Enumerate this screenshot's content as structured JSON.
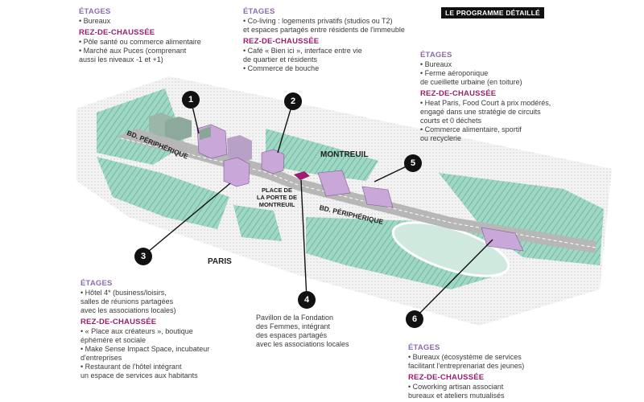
{
  "badge": "LE PROGRAMME DÉTAILLÉ",
  "places": {
    "bd_top": "BD. PÉRIPHÉRIQUE",
    "bd_bottom": "BD. PÉRIPHÉRIQUE",
    "montreuil": "MONTREUIL",
    "paris": "PARIS",
    "square": [
      "PLACE DE",
      "LA PORTE DE",
      "MONTREUIL"
    ]
  },
  "markers": [
    "1",
    "2",
    "3",
    "4",
    "5",
    "6"
  ],
  "blocks": {
    "b1": {
      "etages_title": "ÉTAGES",
      "etages": [
        "• Bureaux"
      ],
      "rdc_title": "REZ-DE-CHAUSSÉE",
      "rdc": [
        "• Pôle santé ou commerce alimentaire",
        "• Marché aux Puces (comprenant",
        "aussi les niveaux -1 et +1)"
      ]
    },
    "b2": {
      "etages_title": "ÉTAGES",
      "etages": [
        "• Co-living : logements privatifs (studios ou T2)",
        "et espaces partagés entre résidents de l'immeuble"
      ],
      "rdc_title": "REZ-DE-CHAUSSÉE",
      "rdc": [
        "• Café « Bien ici », interface entre vie",
        "de quartier et résidents",
        "• Commerce de bouche"
      ]
    },
    "b5": {
      "etages_title": "ÉTAGES",
      "etages": [
        "• Bureaux",
        "• Ferme aéroponique",
        "de cueillette urbaine (en toiture)"
      ],
      "rdc_title": "REZ-DE-CHAUSSÉE",
      "rdc": [
        "• Heat Paris, Food Court à prix modérés,",
        "engagé dans une stratégie de circuits",
        "courts et 0 déchets",
        "• Commerce alimentaire, sportif",
        "ou recyclerie"
      ]
    },
    "b3": {
      "etages_title": "ÉTAGES",
      "etages": [
        "• Hôtel 4* (business/loisirs,",
        "salles de réunions partagées",
        "avec les associations locales)"
      ],
      "rdc_title": "REZ-DE-CHAUSSÉE",
      "rdc": [
        "• « Place aux créateurs », boutique",
        "éphémère et sociale",
        "• Make Sense Impact Space, incubateur",
        "d'entreprises",
        "• Restaurant de l'hôtel intégrant",
        "un espace de services aux habitants"
      ]
    },
    "b6": {
      "etages_title": "ÉTAGES",
      "etages": [
        "• Bureaux (écosystème de services",
        "facilitant l'entreprenariat des jeunes)"
      ],
      "rdc_title": "REZ-DE-CHAUSSÉE",
      "rdc": [
        "• Coworking artisan associant",
        "bureaux et ateliers mutualisés"
      ]
    }
  },
  "note4": [
    "Pavillon de la Fondation",
    "des Femmes, intégrant",
    "des espaces partagés",
    "avec les associations locales"
  ],
  "colors": {
    "accent": "#9b1f6e",
    "etages": "#8d6bb0",
    "green": "#6fbfa8",
    "building": "#c9a7d8"
  }
}
